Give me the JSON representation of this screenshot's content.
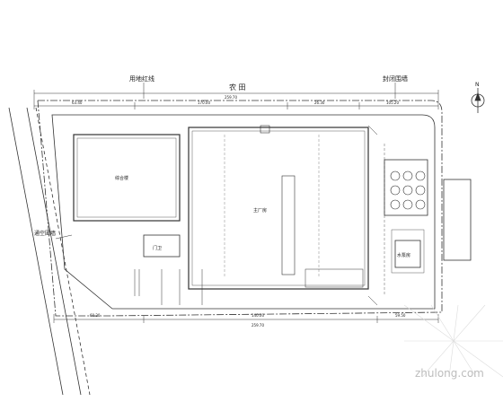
{
  "labels": {
    "redline": "用地红线",
    "farmland": "农 田",
    "closed_wall": "封闭围墙",
    "open_fence": "通空围墙",
    "building_left": "综合楼",
    "building_main": "主厂房",
    "small_building": "门卫",
    "right_building": "水泵房",
    "north": "N",
    "watermark": "zhulong.com"
  },
  "dims": {
    "top_total": "259.70",
    "top_seg_1": "63.40",
    "top_seg_2": "170.00",
    "top_seg_3": "26.30",
    "top_seg_4": "105.20",
    "bottom_total": "259.70",
    "bottom_seg_1": "60.20",
    "bottom_seg_2": "140.00",
    "bottom_seg_3": "59.50"
  }
}
